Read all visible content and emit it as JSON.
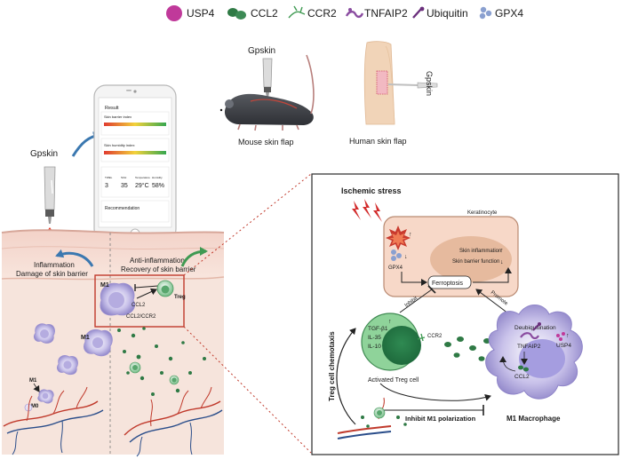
{
  "legend": [
    {
      "label": "USP4",
      "color": "#c0399a"
    },
    {
      "label": "CCL2",
      "color": "#2f7a45"
    },
    {
      "label": "CCR2",
      "color": "#3f9a52"
    },
    {
      "label": "TNFAIP2",
      "color": "#8a4ca0"
    },
    {
      "label": "Ubiquitin",
      "color": "#6a2f7c"
    },
    {
      "label": "GPX4",
      "color": "#8aa0d0"
    }
  ],
  "top": {
    "device_label": "Gpskin",
    "mouse_device_label": "Gpskin",
    "mouse_caption": "Mouse skin flap",
    "human_device_label": "Gpskin",
    "human_caption": "Human skin flap"
  },
  "phone": {
    "result_title": "Result",
    "barrier_label": "Skin barrier index",
    "humidity_label": "Skin humidity index",
    "metrics": [
      {
        "label": "TWEL",
        "value": "3"
      },
      {
        "label": "SCH",
        "value": "35"
      },
      {
        "label": "Temperature",
        "value": "29°C"
      },
      {
        "label": "Humidity",
        "value": "58%"
      }
    ],
    "recommendation": "Recommendation"
  },
  "skin": {
    "left_line1": "Inflammation",
    "left_line2": "Damage of skin barrier",
    "right_line1": "Anti-inflammation",
    "right_line2": "Recovery of skin barrier",
    "m1_a": "M1",
    "m1_b": "M1",
    "m1_c": "M1",
    "m0": "M0",
    "ccl2": "CCL2",
    "ccl2_ccr2": "CCL2/CCR2",
    "treg": "Treg"
  },
  "mech": {
    "ischemic": "Ischemic stress",
    "keratinocyte": "Keratinocyte",
    "gpx4": "GPX4",
    "skin_inflammation": "Skin inflammation",
    "skin_barrier": "Skin barrier function",
    "ferroptosis": "Ferroptosis",
    "inhibit": "Inhibit",
    "promote": "Promote",
    "deubiquitination": "Deubiquitination",
    "tnfaip2": "TNFAIP2",
    "usp4": "USP4",
    "ccl2": "CCL2",
    "ccr2": "CCR2",
    "tgf": "TGF-β1",
    "il35": "IL-35",
    "il10": "IL-10",
    "activated_treg": "Activated Treg cell",
    "m1_macrophage": "M1 Macrophage",
    "treg_chemotaxis": "Treg cell chemotaxis",
    "inhibit_m1": "Inhibit M1 polarization"
  }
}
